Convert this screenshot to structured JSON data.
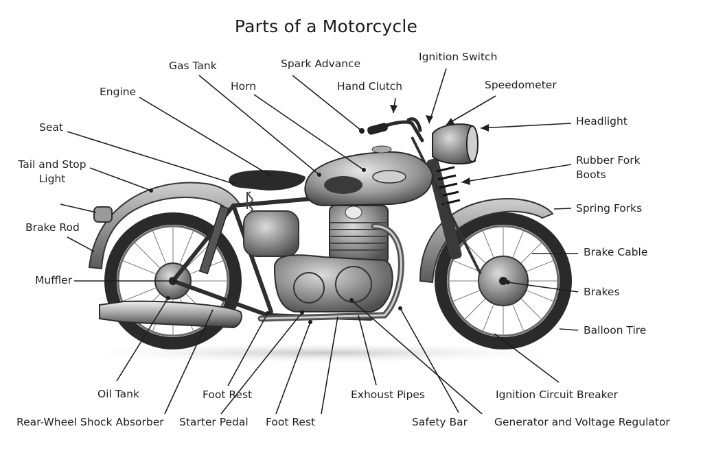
{
  "title": "Parts of a Motorcycle",
  "labels": {
    "gas_tank": "Gas Tank",
    "spark_advance": "Spark Advance",
    "ignition_switch": "Ignition Switch",
    "engine": "Engine",
    "horn": "Horn",
    "hand_clutch": "Hand Clutch",
    "speedometer": "Speedometer",
    "seat": "Seat",
    "headlight": "Headlight",
    "tail_and_stop_light": "Tail and Stop Light",
    "rubber_fork_boots": "Rubber Fork Boots",
    "brake_rod": "Brake Rod",
    "spring_forks": "Spring Forks",
    "brake_cable": "Brake Cable",
    "muffler": "Muffler",
    "brakes": "Brakes",
    "balloon_tire": "Balloon Tire",
    "oil_tank": "Oil Tank",
    "foot_rest_upper": "Foot Rest",
    "exhoust_pipes": "Exhoust Pipes",
    "ignition_circuit_breaker": "Ignition Circuit Breaker",
    "rear_wheel_shock_absorber": "Rear-Wheel Shock Absorber",
    "starter_pedal": "Starter Pedal",
    "foot_rest_lower": "Foot Rest",
    "safety_bar": "Safety Bar",
    "generator_and_voltage_regulator": "Generator and Voltage Regulator"
  },
  "colors": {
    "ink": "#1f1f1f",
    "metal_dark": "#3a3a3a",
    "metal_mid": "#8a8a8a",
    "metal_light": "#d6d6d6",
    "background": "#ffffff"
  }
}
